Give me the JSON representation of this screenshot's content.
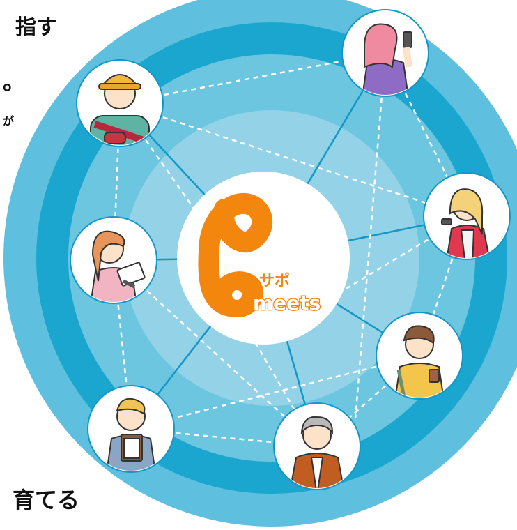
{
  "colors": {
    "outer_ring": "#5ec0de",
    "ring_2": "#1aa6cf",
    "ring_3": "#6cc6e0",
    "inner_disc": "#93d2e7",
    "line": "#1297c6",
    "dash": "#ffffff",
    "brand_orange": "#f3860d",
    "avatar_bg": "#ffffff"
  },
  "text": {
    "heading_top": "指す",
    "heading_mark": "。",
    "fragment_ga": "が",
    "heading_bottom": "育てる"
  },
  "logo": {
    "label_sapo": "サポ",
    "label_meets": "meets"
  },
  "people": [
    {
      "id": "person-yellow-hat",
      "icon": "person-yellow-hat-icon"
    },
    {
      "id": "person-pink-hair-phone",
      "icon": "person-pink-hair-phone-icon"
    },
    {
      "id": "person-blonde-red-jacket",
      "icon": "person-blonde-red-jacket-icon"
    },
    {
      "id": "person-notebook-woman",
      "icon": "person-notebook-woman-icon"
    },
    {
      "id": "person-coffee-man",
      "icon": "person-coffee-man-icon"
    },
    {
      "id": "person-clipboard-man",
      "icon": "person-clipboard-man-icon"
    },
    {
      "id": "person-grey-hair-elder",
      "icon": "person-grey-hair-elder-icon"
    }
  ]
}
